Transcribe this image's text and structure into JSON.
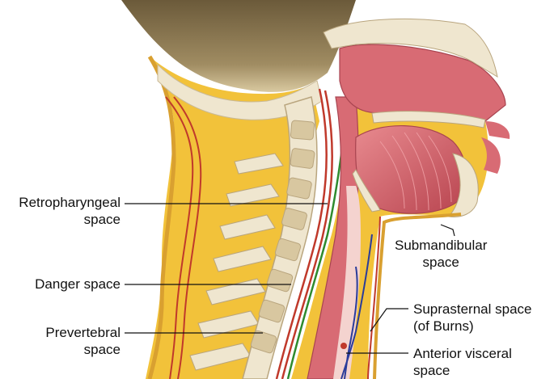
{
  "labels": {
    "retropharyngeal": {
      "line1": "Retropharyngeal",
      "line2": "space"
    },
    "danger": {
      "line1": "Danger space"
    },
    "prevertebral": {
      "line1": "Prevertebral",
      "line2": "space"
    },
    "submandibular": {
      "line1": "Submandibular",
      "line2": "space"
    },
    "suprasternal": {
      "line1": "Suprasternal space",
      "line2": "(of Burns)"
    },
    "anterior_visceral": {
      "line1": "Anterior visceral",
      "line2": "space"
    }
  },
  "colors": {
    "background": "#ffffff",
    "dark_shadow": "#6b5a3a",
    "fascia_yellow": "#f2c23a",
    "bone": "#efe6cf",
    "marrow": "#b9a57e",
    "mucosa_pink": "#d86b74",
    "tongue": "#c9545e",
    "airway_light": "#f4d3cf",
    "fascia_red": "#c0392b",
    "fascia_green": "#2e8b2e",
    "vessel_blue": "#2a3c9a",
    "leader_line": "#111111"
  }
}
